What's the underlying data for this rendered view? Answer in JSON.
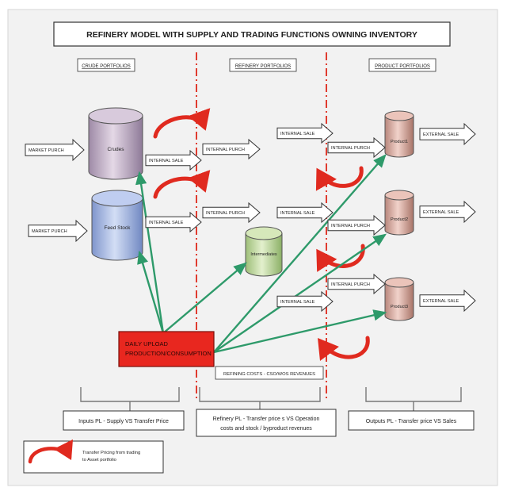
{
  "title": "REFINERY MODEL WITH SUPPLY AND TRADING FUNCTIONS OWNING INVENTORY",
  "portfolios": {
    "crude": "CRUDE PORTFOLIOS",
    "refinery": "REFINERY PORTFOLIOS",
    "product": "PRODUCT PORTFOLIOS"
  },
  "tanks": {
    "crude": "Crudes",
    "feed": "Feed Stock",
    "intermediates": "Intermediates",
    "product1": "Product1",
    "product2": "Product2",
    "product3": "Product3"
  },
  "arrows": {
    "market_purch": "MARKET PURCH",
    "internal_sale": "INTERNAL SALE",
    "internal_purch": "INTERNAL PURCH",
    "external_sale": "EXTERNAL SALE"
  },
  "daily_upload": {
    "line1": "DAILY UPLOAD",
    "line2": "PRODUCTION/CONSUMPTION"
  },
  "refining_costs": "REFINING COSTS - CSO/WOS REVENUES",
  "summaries": {
    "inputs": "Inputs PL - Supply VS Transfer Price",
    "refinery_line1": "Refinery PL - Transfer price s VS Operation",
    "refinery_line2": "costs and stock / byproduct revenues",
    "outputs": "Outputs PL - Transfer price VS Sales"
  },
  "legend": {
    "line1": "Transfer Pricing from trading",
    "line2": "to Asset portfolio"
  },
  "colors": {
    "panel_bg": "#f2f2f2",
    "divider": "#e03b2f",
    "transfer_arrow": "#e02a1f",
    "flow_arrow": "#2e9a6a",
    "upload_box": "#e8271f",
    "crude_tank": "#d4c4d8",
    "feed_tank": "#b9c8ea",
    "intermediates_tank": "#cfe2b0",
    "product_tank": "#e3b7ad"
  }
}
